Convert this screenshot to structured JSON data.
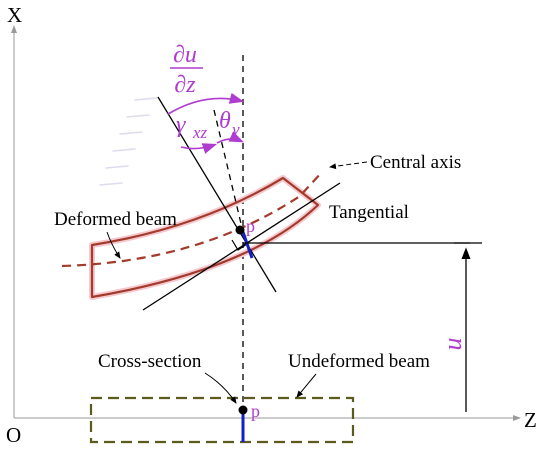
{
  "diagram": {
    "axes": {
      "x_label": "X",
      "z_label": "Z",
      "origin_label": "O"
    },
    "labels": {
      "central_axis": "Central axis",
      "tangential": "Tangential",
      "deformed_beam": "Deformed beam",
      "cross_section": "Cross-section",
      "undeformed_beam": "Undeformed beam",
      "point_p_top": "p",
      "point_p_bottom": "p",
      "displacement_u": "u"
    },
    "symbols": {
      "du_dz_numerator": "∂u",
      "du_dz_denominator": "∂z",
      "gamma": "γ",
      "gamma_sub": "xz",
      "theta": "θ",
      "theta_sub": "y"
    },
    "colors": {
      "deformed_beam": "#a33a2c",
      "deformed_halo": "#f4c9cf",
      "undeformed_beam": "#5c5a1c",
      "annotation": "#b03ccf",
      "cross_section": "#1020c8",
      "axis": "#9a9a9a"
    }
  }
}
